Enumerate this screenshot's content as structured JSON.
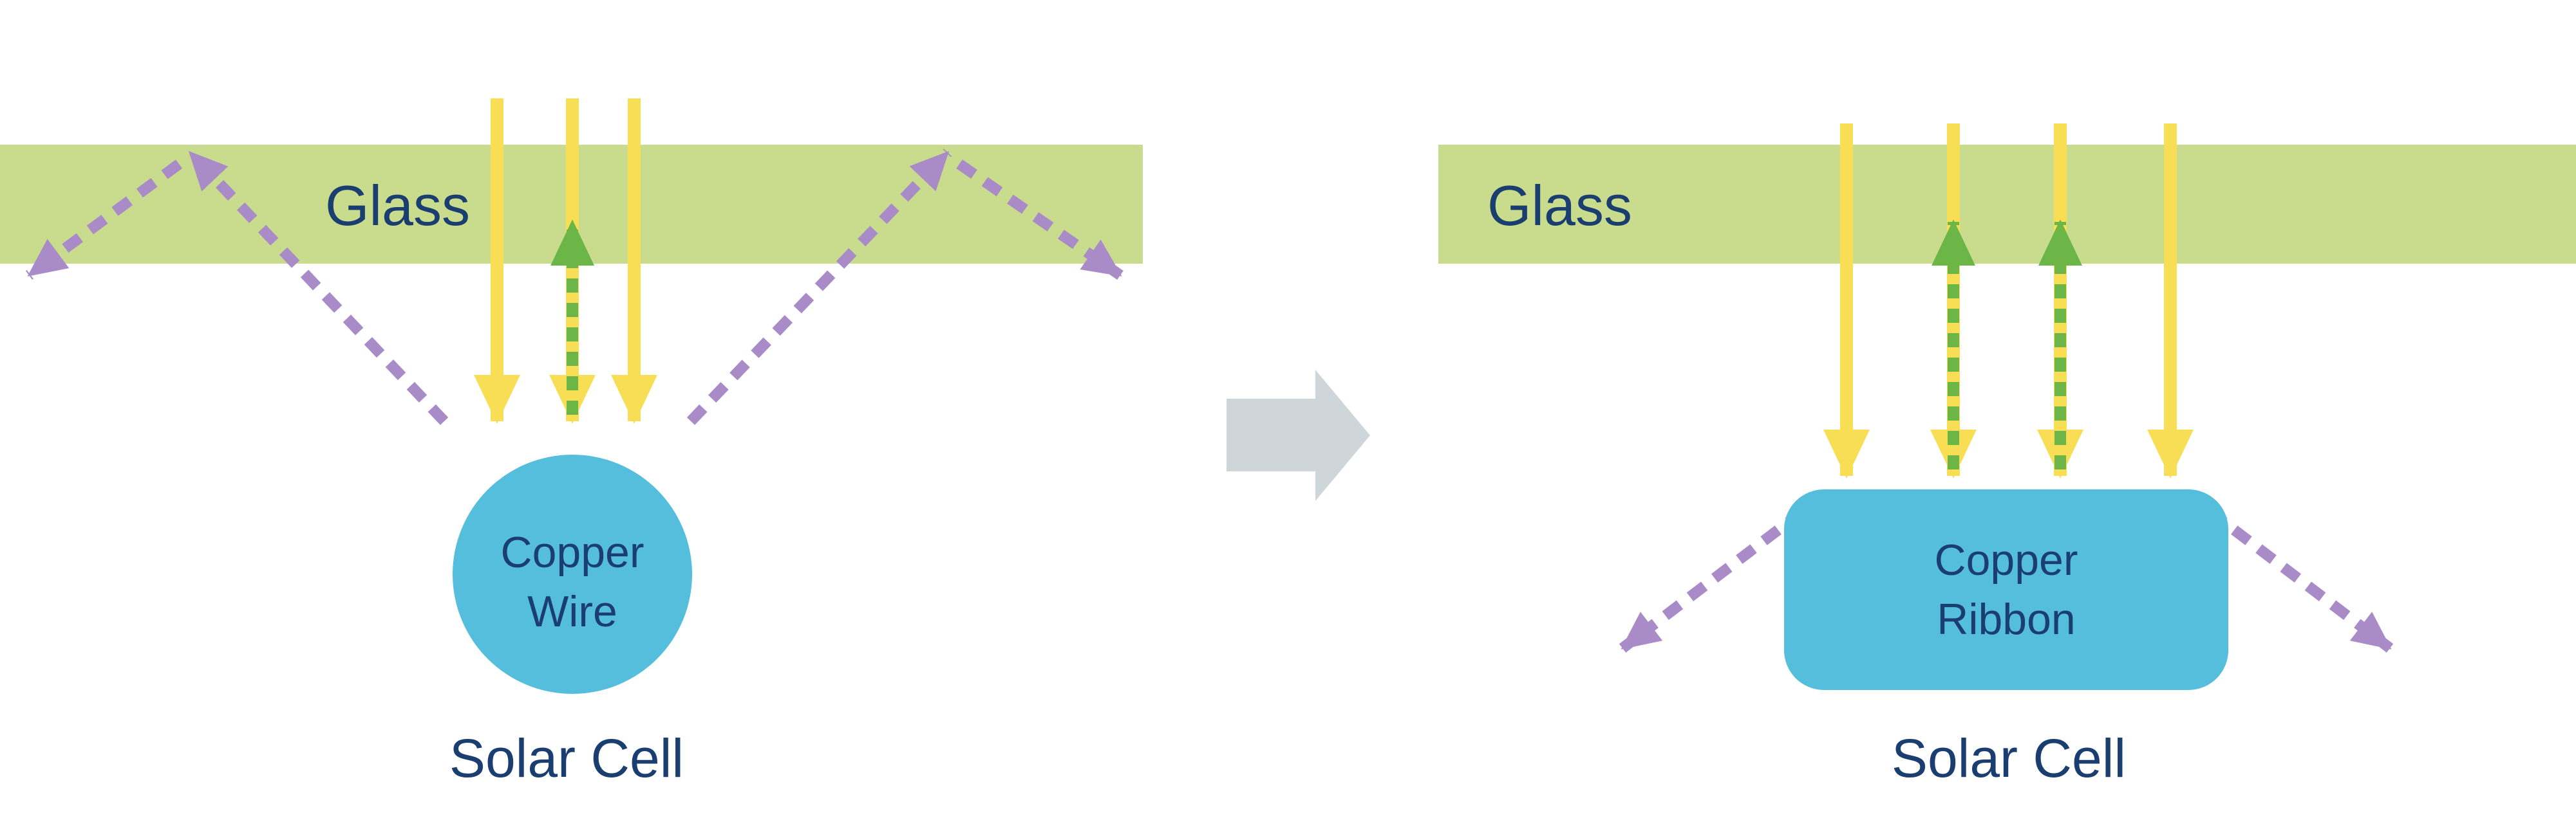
{
  "colors": {
    "background": "#ffffff",
    "glass": "#c9dc8d",
    "sunlight_yellow": "#f7de55",
    "reflected_green": "#6cb648",
    "scattered_purple": "#a98cc7",
    "copper_blue": "#55bedc",
    "label_navy": "#1b3e70",
    "transition_gray": "#cfd6d9"
  },
  "icons": {
    "incident_light": "down-arrow-icon",
    "reflected_light": "up-arrow-icon",
    "scattered_light": "diagonal-dashed-arrow-icon",
    "transition": "right-arrow-icon"
  },
  "left_panel": {
    "glass_label": "Glass",
    "component_label_line1": "Copper",
    "component_label_line2": "Wire",
    "caption": "Solar Cell"
  },
  "right_panel": {
    "glass_label": "Glass",
    "component_label_line1": "Copper",
    "component_label_line2": "Ribbon",
    "caption": "Solar Cell"
  }
}
